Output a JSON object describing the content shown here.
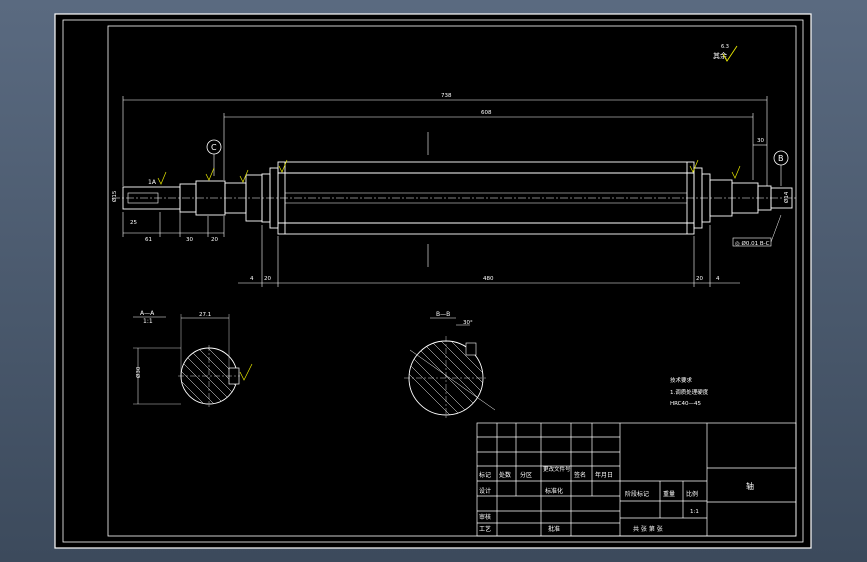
{
  "drawing": {
    "roughness_mark": "其余",
    "roughness_value": "6.3",
    "dims": {
      "overall_length": "738",
      "mid_span": "608",
      "right_end": "30",
      "inner_len": "480",
      "step_left": "20",
      "step_right": "20",
      "gap_left": "4",
      "gap_right": "4",
      "l_25": "25",
      "l_61": "61",
      "l_30": "30",
      "l_20": "20",
      "dia_left_end": "Ø15",
      "dia_right_end": "Ø14"
    },
    "datum_c": "C",
    "datum_b": "B",
    "section_a_mark": "1A",
    "section_b_mark": "B",
    "tolerance_box": "◎ Ø0.01 B-C",
    "section_a": {
      "title": "A—A",
      "scale": "1:1",
      "width_dim": "27.1",
      "height_dim": "Ø30"
    },
    "section_b": {
      "title": "B—B",
      "angle": "30°"
    },
    "notes": {
      "title": "技术要求",
      "line1": "1.调质处理硬度",
      "line2": "HRC40—45"
    }
  },
  "title_block": {
    "part_name": "轴",
    "marks": "标记",
    "count": "处数",
    "zone": "分区",
    "doc_no": "更改文件号",
    "signature": "签名",
    "date": "年月日",
    "design": "设计",
    "standard": "标准化",
    "stage": "阶段标记",
    "weight": "重量",
    "scale_label": "比例",
    "scale_value": "1:1",
    "review": "审核",
    "process": "工艺",
    "approve": "批准",
    "sheets": "共 张  第 张"
  },
  "colors": {
    "background": "#4a5a70",
    "sheet": "#000000",
    "lines": "#ffffff",
    "roughness": "#e8e800"
  }
}
